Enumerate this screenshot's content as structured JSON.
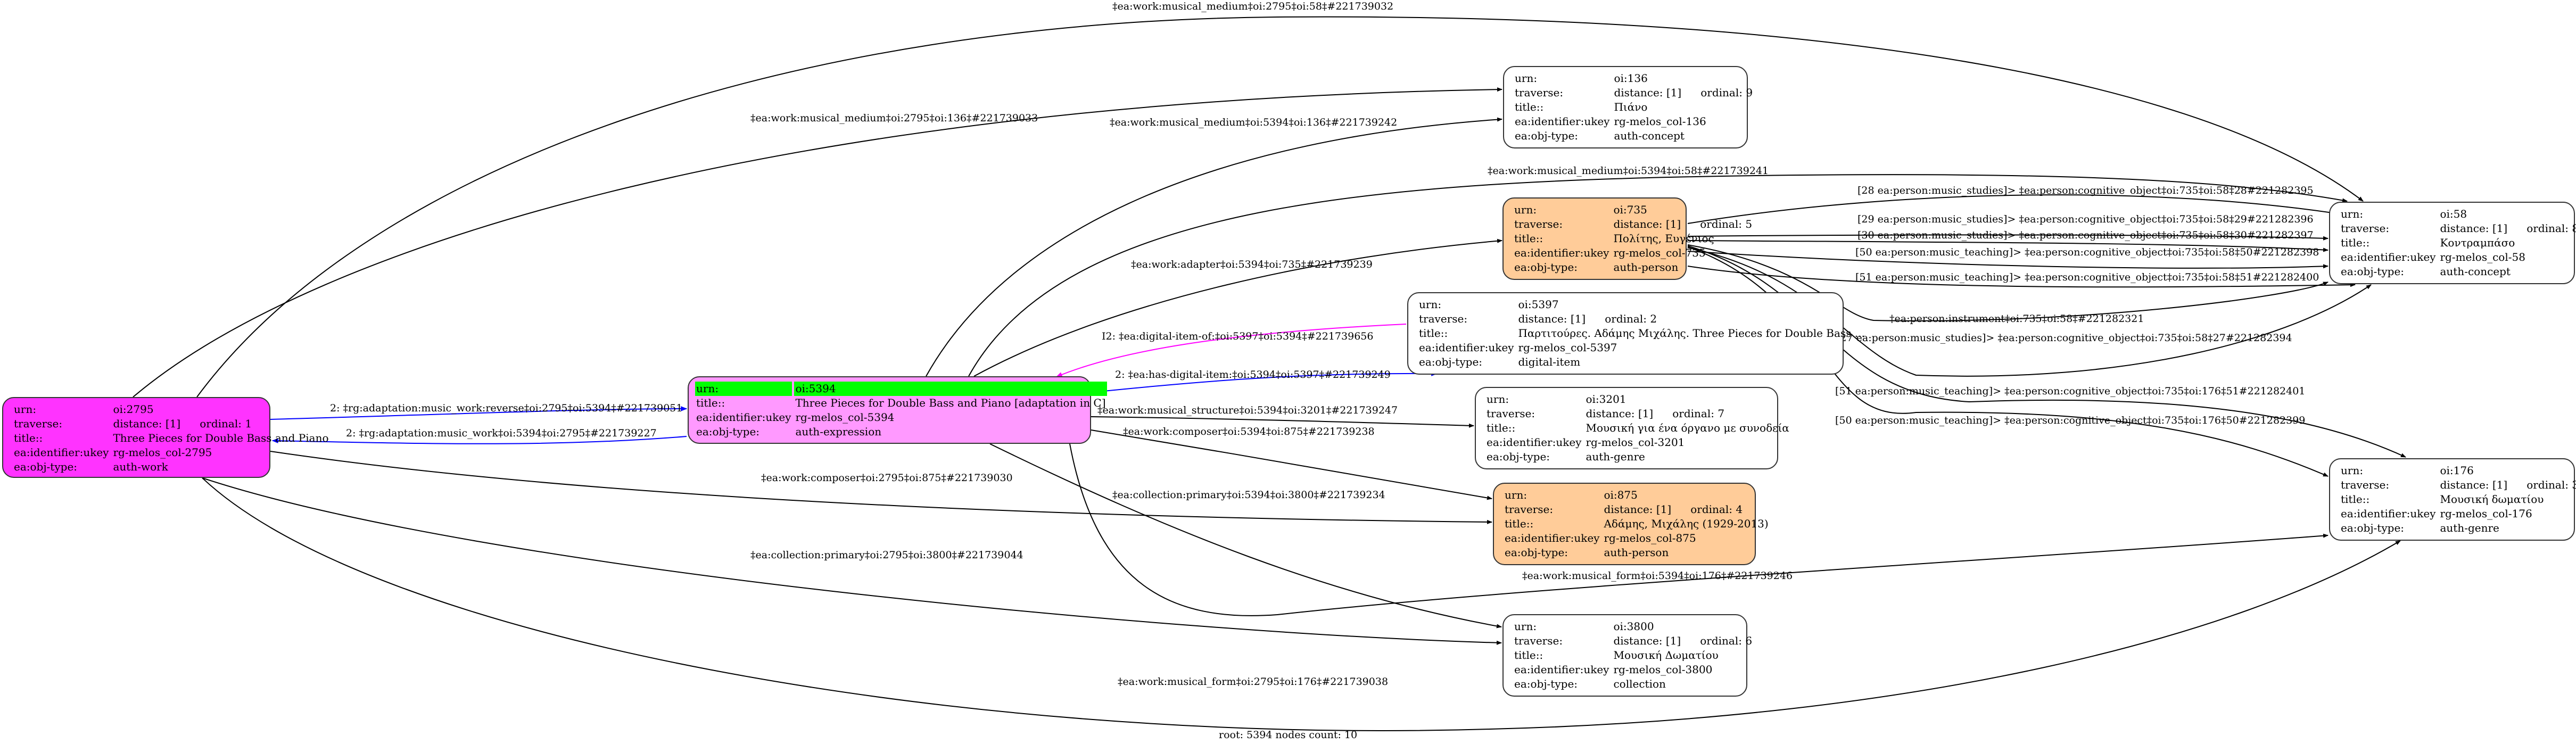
{
  "footer": "root: 5394 nodes count: 10",
  "colors": {
    "work": "#ff33ff",
    "expression": "#ff99ff",
    "person": "#ffcc99",
    "default": "#ffffff",
    "root_highlight": "#00ff00",
    "edge_default": "#000000",
    "edge_adaptation": "#0000ff",
    "edge_digital_item_of": "#ff00ff"
  },
  "nodes": [
    {
      "id": "n2795",
      "urn_label": "urn:",
      "urn": "oi:2795",
      "traverse_label": "traverse:",
      "distance": "distance: [1]",
      "ordinal": "ordinal: 1",
      "title_label": "title::",
      "title": "Three Pieces for Double Bass and Piano",
      "ukey_label": "ea:identifier:ukey",
      "ukey": "rg-melos_col-2795",
      "type_label": "ea:obj-type:",
      "type": "auth-work",
      "fill": "#ff33ff"
    },
    {
      "id": "n5394",
      "root": true,
      "urn_label": "urn:",
      "urn": "oi:5394",
      "title_label": "title::",
      "title": "Three Pieces for Double Bass and Piano [adaptation in C]",
      "ukey_label": "ea:identifier:ukey",
      "ukey": "rg-melos_col-5394",
      "type_label": "ea:obj-type:",
      "type": "auth-expression",
      "fill": "#ff99ff"
    },
    {
      "id": "n136",
      "urn_label": "urn:",
      "urn": "oi:136",
      "traverse_label": "traverse:",
      "distance": "distance: [1]",
      "ordinal": "ordinal: 9",
      "title_label": "title::",
      "title": "Πιάνο",
      "ukey_label": "ea:identifier:ukey",
      "ukey": "rg-melos_col-136",
      "type_label": "ea:obj-type:",
      "type": "auth-concept",
      "fill": "#ffffff"
    },
    {
      "id": "n735",
      "urn_label": "urn:",
      "urn": "oi:735",
      "traverse_label": "traverse:",
      "distance": "distance: [1]",
      "ordinal": "ordinal: 5",
      "title_label": "title::",
      "title": "Πολίτης, Ευγένιος",
      "ukey_label": "ea:identifier:ukey",
      "ukey": "rg-melos_col-735",
      "type_label": "ea:obj-type:",
      "type": "auth-person",
      "fill": "#ffcc99"
    },
    {
      "id": "n5397",
      "urn_label": "urn:",
      "urn": "oi:5397",
      "traverse_label": "traverse:",
      "distance": "distance: [1]",
      "ordinal": "ordinal: 2",
      "title_label": "title::",
      "title": "Παρτιτούρες. Αδάμης Μιχάλης. Three Pieces for Double Bass ...",
      "ukey_label": "ea:identifier:ukey",
      "ukey": "rg-melos_col-5397",
      "type_label": "ea:obj-type:",
      "type": "digital-item",
      "fill": "#ffffff"
    },
    {
      "id": "n3201",
      "urn_label": "urn:",
      "urn": "oi:3201",
      "traverse_label": "traverse:",
      "distance": "distance: [1]",
      "ordinal": "ordinal: 7",
      "title_label": "title::",
      "title": "Μουσική για ένα όργανο με συνοδεία",
      "ukey_label": "ea:identifier:ukey",
      "ukey": "rg-melos_col-3201",
      "type_label": "ea:obj-type:",
      "type": "auth-genre",
      "fill": "#ffffff"
    },
    {
      "id": "n875",
      "urn_label": "urn:",
      "urn": "oi:875",
      "traverse_label": "traverse:",
      "distance": "distance: [1]",
      "ordinal": "ordinal: 4",
      "title_label": "title::",
      "title": "Αδάμης, Μιχάλης (1929-2013)",
      "ukey_label": "ea:identifier:ukey",
      "ukey": "rg-melos_col-875",
      "type_label": "ea:obj-type:",
      "type": "auth-person",
      "fill": "#ffcc99"
    },
    {
      "id": "n3800",
      "urn_label": "urn:",
      "urn": "oi:3800",
      "traverse_label": "traverse:",
      "distance": "distance: [1]",
      "ordinal": "ordinal: 6",
      "title_label": "title::",
      "title": "Μουσική Δωματίου",
      "ukey_label": "ea:identifier:ukey",
      "ukey": "rg-melos_col-3800",
      "type_label": "ea:obj-type:",
      "type": "collection",
      "fill": "#ffffff"
    },
    {
      "id": "n58",
      "urn_label": "urn:",
      "urn": "oi:58",
      "traverse_label": "traverse:",
      "distance": "distance: [1]",
      "ordinal": "ordinal: 8",
      "title_label": "title::",
      "title": "Κοντραμπάσο",
      "ukey_label": "ea:identifier:ukey",
      "ukey": "rg-melos_col-58",
      "type_label": "ea:obj-type:",
      "type": "auth-concept",
      "fill": "#ffffff"
    },
    {
      "id": "n176",
      "urn_label": "urn:",
      "urn": "oi:176",
      "traverse_label": "traverse:",
      "distance": "distance: [1]",
      "ordinal": "ordinal: 3",
      "title_label": "title::",
      "title": "Μουσική δωματίου",
      "ukey_label": "ea:identifier:ukey",
      "ukey": "rg-melos_col-176",
      "type_label": "ea:obj-type:",
      "type": "auth-genre",
      "fill": "#ffffff"
    }
  ],
  "edges": [
    {
      "from": "n2795",
      "to": "n58",
      "label": "‡ea:work:musical_medium‡oi:2795‡oi:58‡#221739032",
      "color": "#000000"
    },
    {
      "from": "n2795",
      "to": "n136",
      "label": "‡ea:work:musical_medium‡oi:2795‡oi:136‡#221739033",
      "color": "#000000"
    },
    {
      "from": "n5394",
      "to": "n136",
      "label": "‡ea:work:musical_medium‡oi:5394‡oi:136‡#221739242",
      "color": "#000000"
    },
    {
      "from": "n5394",
      "to": "n58",
      "label": "‡ea:work:musical_medium‡oi:5394‡oi:58‡#221739241",
      "color": "#000000"
    },
    {
      "from": "n5394",
      "to": "n735",
      "label": "‡ea:work:adapter‡oi:5394‡oi:735‡#221739239",
      "color": "#000000"
    },
    {
      "from": "n5397",
      "to": "n5394",
      "label": "I2: ‡ea:digital-item-of:‡oi:5397‡oi:5394‡#221739656",
      "color": "#ff00ff"
    },
    {
      "from": "n5394",
      "to": "n5397",
      "label": "2: ‡ea:has-digital-item:‡oi:5394‡oi:5397‡#221739249",
      "color": "#0000ff"
    },
    {
      "from": "n2795",
      "to": "n5394",
      "label": "2: ‡rg:adaptation:music_work:reverse‡oi:2795‡oi:5394‡#221739051",
      "color": "#0000ff"
    },
    {
      "from": "n5394",
      "to": "n2795",
      "label": "2: ‡rg:adaptation:music_work‡oi:5394‡oi:2795‡#221739227",
      "color": "#0000ff"
    },
    {
      "from": "n5394",
      "to": "n3201",
      "label": "‡ea:work:musical_structure‡oi:5394‡oi:3201‡#221739247",
      "color": "#000000"
    },
    {
      "from": "n5394",
      "to": "n875",
      "label": "‡ea:work:composer‡oi:5394‡oi:875‡#221739238",
      "color": "#000000"
    },
    {
      "from": "n2795",
      "to": "n875",
      "label": "‡ea:work:composer‡oi:2795‡oi:875‡#221739030",
      "color": "#000000"
    },
    {
      "from": "n5394",
      "to": "n3800",
      "label": "‡ea:collection:primary‡oi:5394‡oi:3800‡#221739234",
      "color": "#000000"
    },
    {
      "from": "n2795",
      "to": "n3800",
      "label": "‡ea:collection:primary‡oi:2795‡oi:3800‡#221739044",
      "color": "#000000"
    },
    {
      "from": "n5394",
      "to": "n176",
      "label": "‡ea:work:musical_form‡oi:5394‡oi:176‡#221739246",
      "color": "#000000"
    },
    {
      "from": "n2795",
      "to": "n176",
      "label": "‡ea:work:musical_form‡oi:2795‡oi:176‡#221739038",
      "color": "#000000"
    },
    {
      "from": "n735",
      "to": "n58",
      "label": "[28 ea:person:music_studies]> ‡ea:person:cognitive_object‡oi:735‡oi:58‡28#221282395",
      "color": "#000000"
    },
    {
      "from": "n735",
      "to": "n58",
      "label": "[29 ea:person:music_studies]> ‡ea:person:cognitive_object‡oi:735‡oi:58‡29#221282396",
      "color": "#000000"
    },
    {
      "from": "n735",
      "to": "n58",
      "label": "[30 ea:person:music_studies]> ‡ea:person:cognitive_object‡oi:735‡oi:58‡30#221282397",
      "color": "#000000"
    },
    {
      "from": "n735",
      "to": "n58",
      "label": "[50 ea:person:music_teaching]> ‡ea:person:cognitive_object‡oi:735‡oi:58‡50#221282398",
      "color": "#000000"
    },
    {
      "from": "n735",
      "to": "n58",
      "label": "[51 ea:person:music_teaching]> ‡ea:person:cognitive_object‡oi:735‡oi:58‡51#221282400",
      "color": "#000000"
    },
    {
      "from": "n735",
      "to": "n58",
      "label": "‡ea:person:instrument‡oi:735‡oi:58‡#221282321",
      "color": "#000000"
    },
    {
      "from": "n735",
      "to": "n58",
      "label": "[27 ea:person:music_studies]> ‡ea:person:cognitive_object‡oi:735‡oi:58‡27#221282394",
      "color": "#000000"
    },
    {
      "from": "n735",
      "to": "n176",
      "label": "[51 ea:person:music_teaching]> ‡ea:person:cognitive_object‡oi:735‡oi:176‡51#221282401",
      "color": "#000000"
    },
    {
      "from": "n735",
      "to": "n176",
      "label": "[50 ea:person:music_teaching]> ‡ea:person:cognitive_object‡oi:735‡oi:176‡50#221282399",
      "color": "#000000"
    }
  ]
}
